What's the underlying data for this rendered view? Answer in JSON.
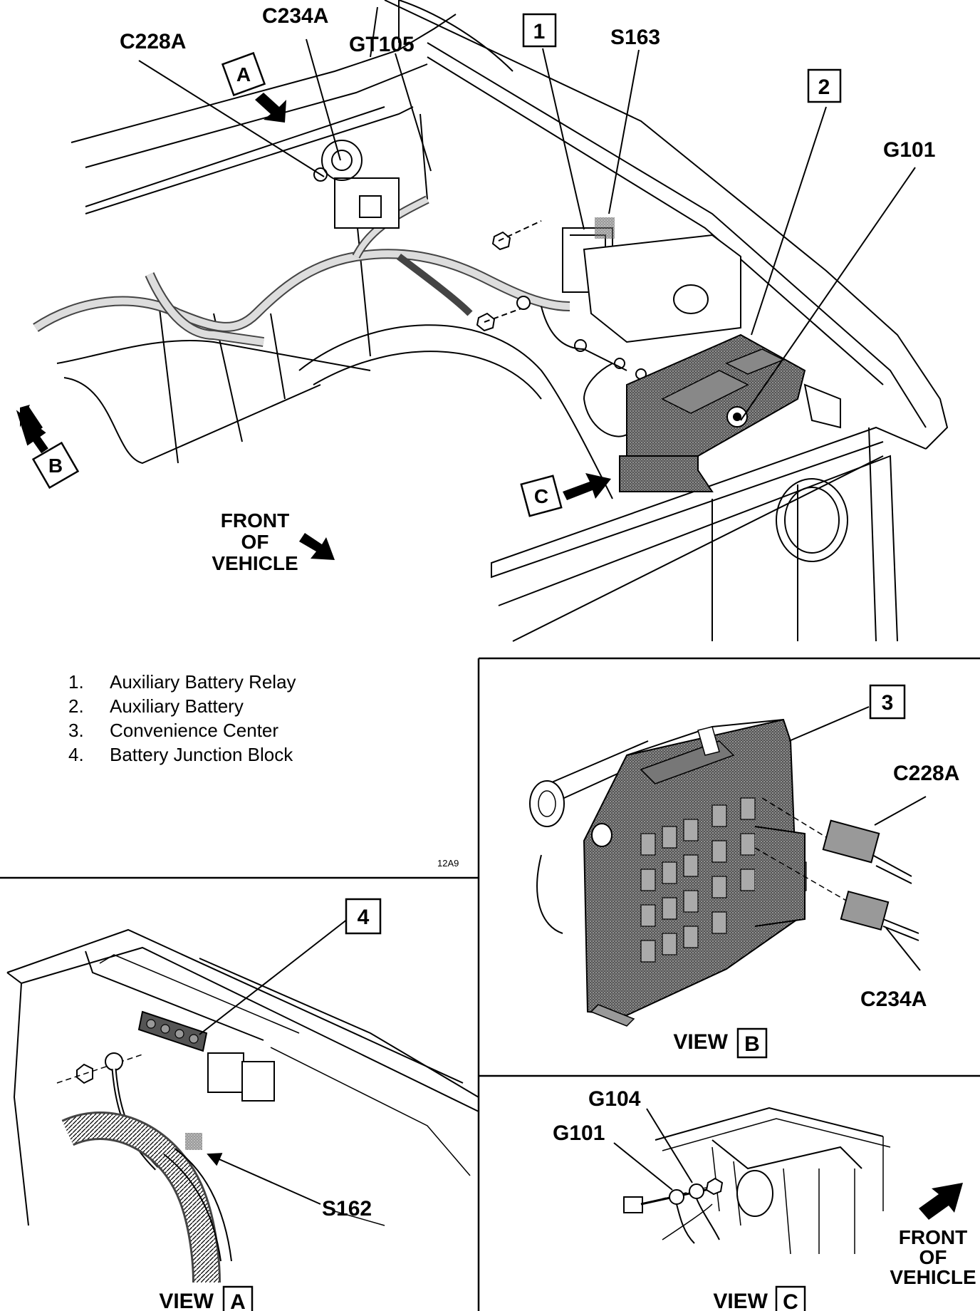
{
  "callouts": {
    "item1": "1",
    "item2": "2",
    "item3": "3",
    "item4": "4"
  },
  "connectors": {
    "c228a": "C228A",
    "c234a": "C234A",
    "gt105": "GT105",
    "s163": "S163",
    "g101": "G101",
    "g104": "G104",
    "s162": "S162"
  },
  "view_arrows": {
    "a": "A",
    "b": "B",
    "c": "C"
  },
  "front_of_vehicle": {
    "line1": "FRONT",
    "line2": "OF",
    "line3": "VEHICLE"
  },
  "legend": [
    {
      "num": "1.",
      "text": "Auxiliary Battery Relay"
    },
    {
      "num": "2.",
      "text": "Auxiliary Battery"
    },
    {
      "num": "3.",
      "text": "Convenience Center"
    },
    {
      "num": "4.",
      "text": "Battery Junction Block"
    }
  ],
  "figure_id": "12A9",
  "views": {
    "view_word": "VIEW",
    "a": "A",
    "b": "B",
    "c": "C"
  }
}
